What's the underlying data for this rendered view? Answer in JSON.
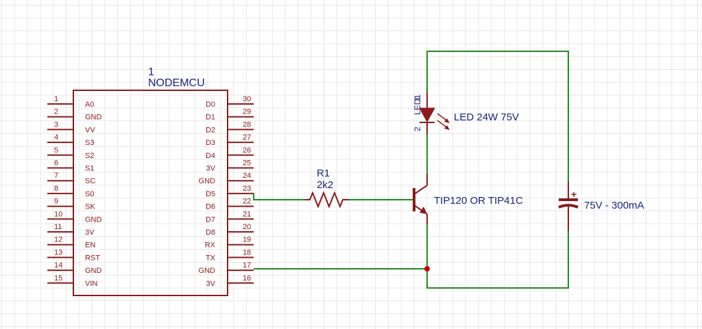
{
  "colors": {
    "component": "#8b1a1a",
    "wire": "#1f8a1f",
    "pin_number": "#8b1a1a",
    "name_text": "#1a237e",
    "junction": "#cc0000"
  },
  "nodemcu": {
    "ref": "1",
    "name": "NODEMCU",
    "left_pins": [
      {
        "num": "1",
        "name": "A0"
      },
      {
        "num": "2",
        "name": "GND"
      },
      {
        "num": "3",
        "name": "VV"
      },
      {
        "num": "4",
        "name": "S3"
      },
      {
        "num": "5",
        "name": "S2"
      },
      {
        "num": "6",
        "name": "S1"
      },
      {
        "num": "7",
        "name": "SC"
      },
      {
        "num": "8",
        "name": "S0"
      },
      {
        "num": "9",
        "name": "SK"
      },
      {
        "num": "10",
        "name": "GND"
      },
      {
        "num": "11",
        "name": "3V"
      },
      {
        "num": "12",
        "name": "EN"
      },
      {
        "num": "13",
        "name": "RST"
      },
      {
        "num": "14",
        "name": "GND"
      },
      {
        "num": "15",
        "name": "VIN"
      }
    ],
    "right_pins": [
      {
        "num": "30",
        "name": "D0"
      },
      {
        "num": "29",
        "name": "D1"
      },
      {
        "num": "28",
        "name": "D2"
      },
      {
        "num": "27",
        "name": "D3"
      },
      {
        "num": "26",
        "name": "D4"
      },
      {
        "num": "25",
        "name": "3V"
      },
      {
        "num": "24",
        "name": "GND"
      },
      {
        "num": "23",
        "name": "D5"
      },
      {
        "num": "22",
        "name": "D6"
      },
      {
        "num": "21",
        "name": "D7"
      },
      {
        "num": "20",
        "name": "D8"
      },
      {
        "num": "19",
        "name": "RX"
      },
      {
        "num": "18",
        "name": "TX"
      },
      {
        "num": "17",
        "name": "GND"
      },
      {
        "num": "16",
        "name": "3V"
      }
    ]
  },
  "resistor": {
    "ref": "R1",
    "value": "2k2"
  },
  "transistor": {
    "value": "TIP120 OR TIP41C"
  },
  "led": {
    "ref": "LED1",
    "pin1": "1",
    "pin2": "2",
    "value": "LED 24W 75V"
  },
  "capacitor": {
    "value": "75V - 300mA",
    "polarity": "+"
  }
}
